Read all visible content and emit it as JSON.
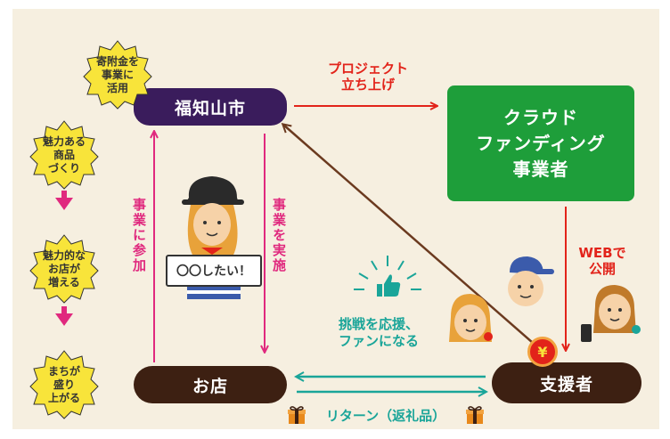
{
  "nodes": {
    "city": "福知山市",
    "crowdfunding": "クラウド\nファンディング\n事業者",
    "shop": "お店",
    "supporter": "支援者"
  },
  "labels": {
    "project_launch": "プロジェクト\n立ち上げ",
    "web_publish": "WEBで\n公開",
    "join_business": "事業に参加",
    "run_business": "事業を実施",
    "support": "挑戦を応援、\nファンになる",
    "return": "リターン（返礼品）",
    "sign": "〇〇したい！",
    "coin": "¥"
  },
  "flow": {
    "donation_use": "寄附金を\n事業に\n活用",
    "step1": "魅力ある\n商品\nづくり",
    "step2": "魅力的な\nお店が\n増える",
    "step3": "まちが\n盛り\n上がる"
  },
  "colors": {
    "city": "#3a1c5c",
    "crowdfunding": "#1e9e3a",
    "brown": "#3d2012",
    "magenta": "#e0297e",
    "red": "#e2231a",
    "teal": "#1aa599",
    "flower": "#f8e43a"
  }
}
